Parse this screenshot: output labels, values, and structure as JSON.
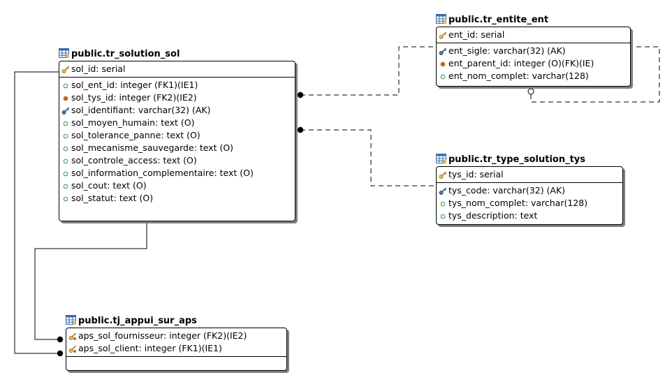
{
  "entities": {
    "tr_solution_sol": {
      "title": "public.tr_solution_sol",
      "pk": [
        {
          "icon": "key-icon",
          "text": "sol_id: serial"
        }
      ],
      "fields": [
        {
          "icon": "nullable-column-icon",
          "text": "sol_ent_id: integer (FK1)(IE1)"
        },
        {
          "icon": "required-column-icon",
          "text": "sol_tys_id: integer (FK2)(IE2)"
        },
        {
          "icon": "alternate-key-icon",
          "text": "sol_identifiant: varchar(32) (AK)"
        },
        {
          "icon": "nullable-column-icon",
          "text": "sol_moyen_humain: text (O)"
        },
        {
          "icon": "nullable-column-icon",
          "text": "sol_tolerance_panne: text (O)"
        },
        {
          "icon": "nullable-column-icon",
          "text": "sol_mecanisme_sauvegarde: text (O)"
        },
        {
          "icon": "nullable-column-icon",
          "text": "sol_controle_access: text (O)"
        },
        {
          "icon": "nullable-column-icon",
          "text": "sol_information_complementaire: text (O)"
        },
        {
          "icon": "nullable-column-icon",
          "text": "sol_cout: text (O)"
        },
        {
          "icon": "nullable-column-icon",
          "text": "sol_statut: text (O)"
        }
      ]
    },
    "tr_entite_ent": {
      "title": "public.tr_entite_ent",
      "pk": [
        {
          "icon": "key-icon",
          "text": "ent_id: serial"
        }
      ],
      "fields": [
        {
          "icon": "alternate-key-icon",
          "text": "ent_sigle: varchar(32) (AK)"
        },
        {
          "icon": "required-column-icon",
          "text": "ent_parent_id: integer (O)(FK)(IE)"
        },
        {
          "icon": "nullable-column-icon",
          "text": "ent_nom_complet: varchar(128)"
        }
      ]
    },
    "tr_type_solution_tys": {
      "title": "public.tr_type_solution_tys",
      "pk": [
        {
          "icon": "key-icon",
          "text": "tys_id: serial"
        }
      ],
      "fields": [
        {
          "icon": "alternate-key-icon",
          "text": "tys_code: varchar(32) (AK)"
        },
        {
          "icon": "nullable-column-icon",
          "text": "tys_nom_complet: varchar(128)"
        },
        {
          "icon": "nullable-column-icon",
          "text": "tys_description: text"
        }
      ]
    },
    "tj_appui_sur_aps": {
      "title": "public.tj_appui_sur_aps",
      "pk": [
        {
          "icon": "foreign-key-icon",
          "text": "aps_sol_fournisseur: integer (FK2)(IE2)"
        },
        {
          "icon": "foreign-key-icon",
          "text": "aps_sol_client: integer (FK1)(IE1)"
        }
      ],
      "fields": []
    }
  },
  "colors": {
    "required_dot": "#c8641e",
    "key": "#e8b84a",
    "alt_key": "#4a7ab0",
    "shadow": "#808080",
    "icon_blue": "#3a6ea5"
  }
}
